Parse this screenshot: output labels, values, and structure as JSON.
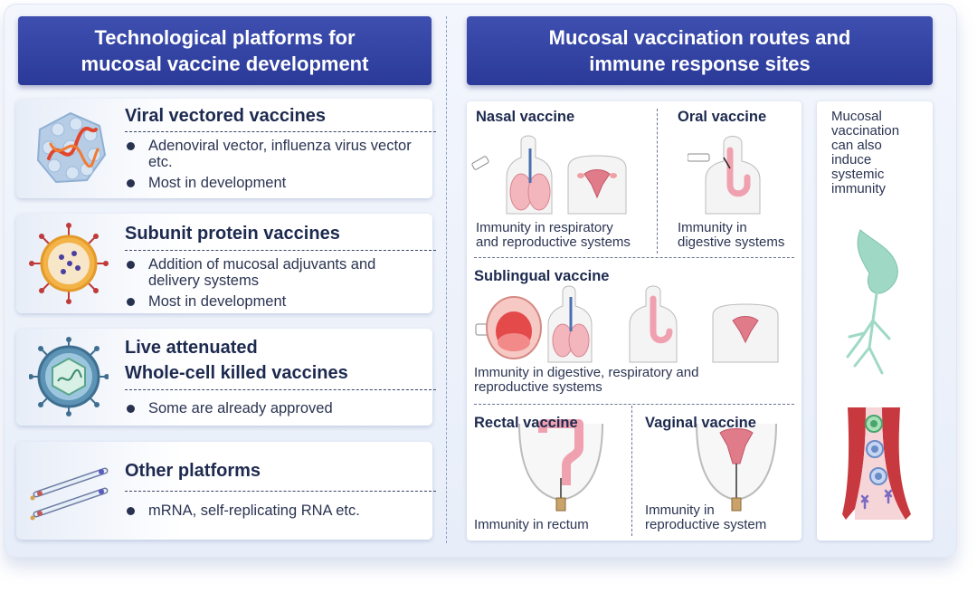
{
  "left_header": "Technological platforms for\nmucosal vaccine development",
  "right_header": "Mucosal vaccination routes and\nimmune response sites",
  "platforms": [
    {
      "title": "Viral vectored vaccines",
      "bullets": [
        "Adenoviral vector, influenza virus vector etc.",
        "Most in development"
      ]
    },
    {
      "title": "Subunit protein vaccines",
      "bullets": [
        "Addition of mucosal adjuvants and delivery systems",
        "Most in development"
      ]
    },
    {
      "title": "Live attenuated\nWhole-cell killed vaccines",
      "bullets": [
        "Some are already approved"
      ]
    },
    {
      "title": "Other platforms",
      "bullets": [
        "mRNA, self-replicating RNA etc."
      ]
    }
  ],
  "routes": {
    "nasal": {
      "title": "Nasal vaccine",
      "desc": "Immunity in respiratory\nand reproductive systems"
    },
    "oral": {
      "title": "Oral vaccine",
      "desc": "Immunity in\ndigestive systems"
    },
    "sublingual": {
      "title": "Sublingual vaccine",
      "desc": "Immunity in digestive, respiratory and\nreproductive systems"
    },
    "rectal": {
      "title": "Rectal vaccine",
      "desc": "Immunity in rectum"
    },
    "vaginal": {
      "title": "Vaginal vaccine",
      "desc": "Immunity in\nreproductive system"
    }
  },
  "systemic_note": "Mucosal\nvaccination\ncan also\ninduce\nsystemic\nimmunity",
  "colors": {
    "header": "#3344a6",
    "accent_red": "#d9534f",
    "neuron": "#9fd9c6",
    "virus_blue": "#4a8fb3"
  }
}
